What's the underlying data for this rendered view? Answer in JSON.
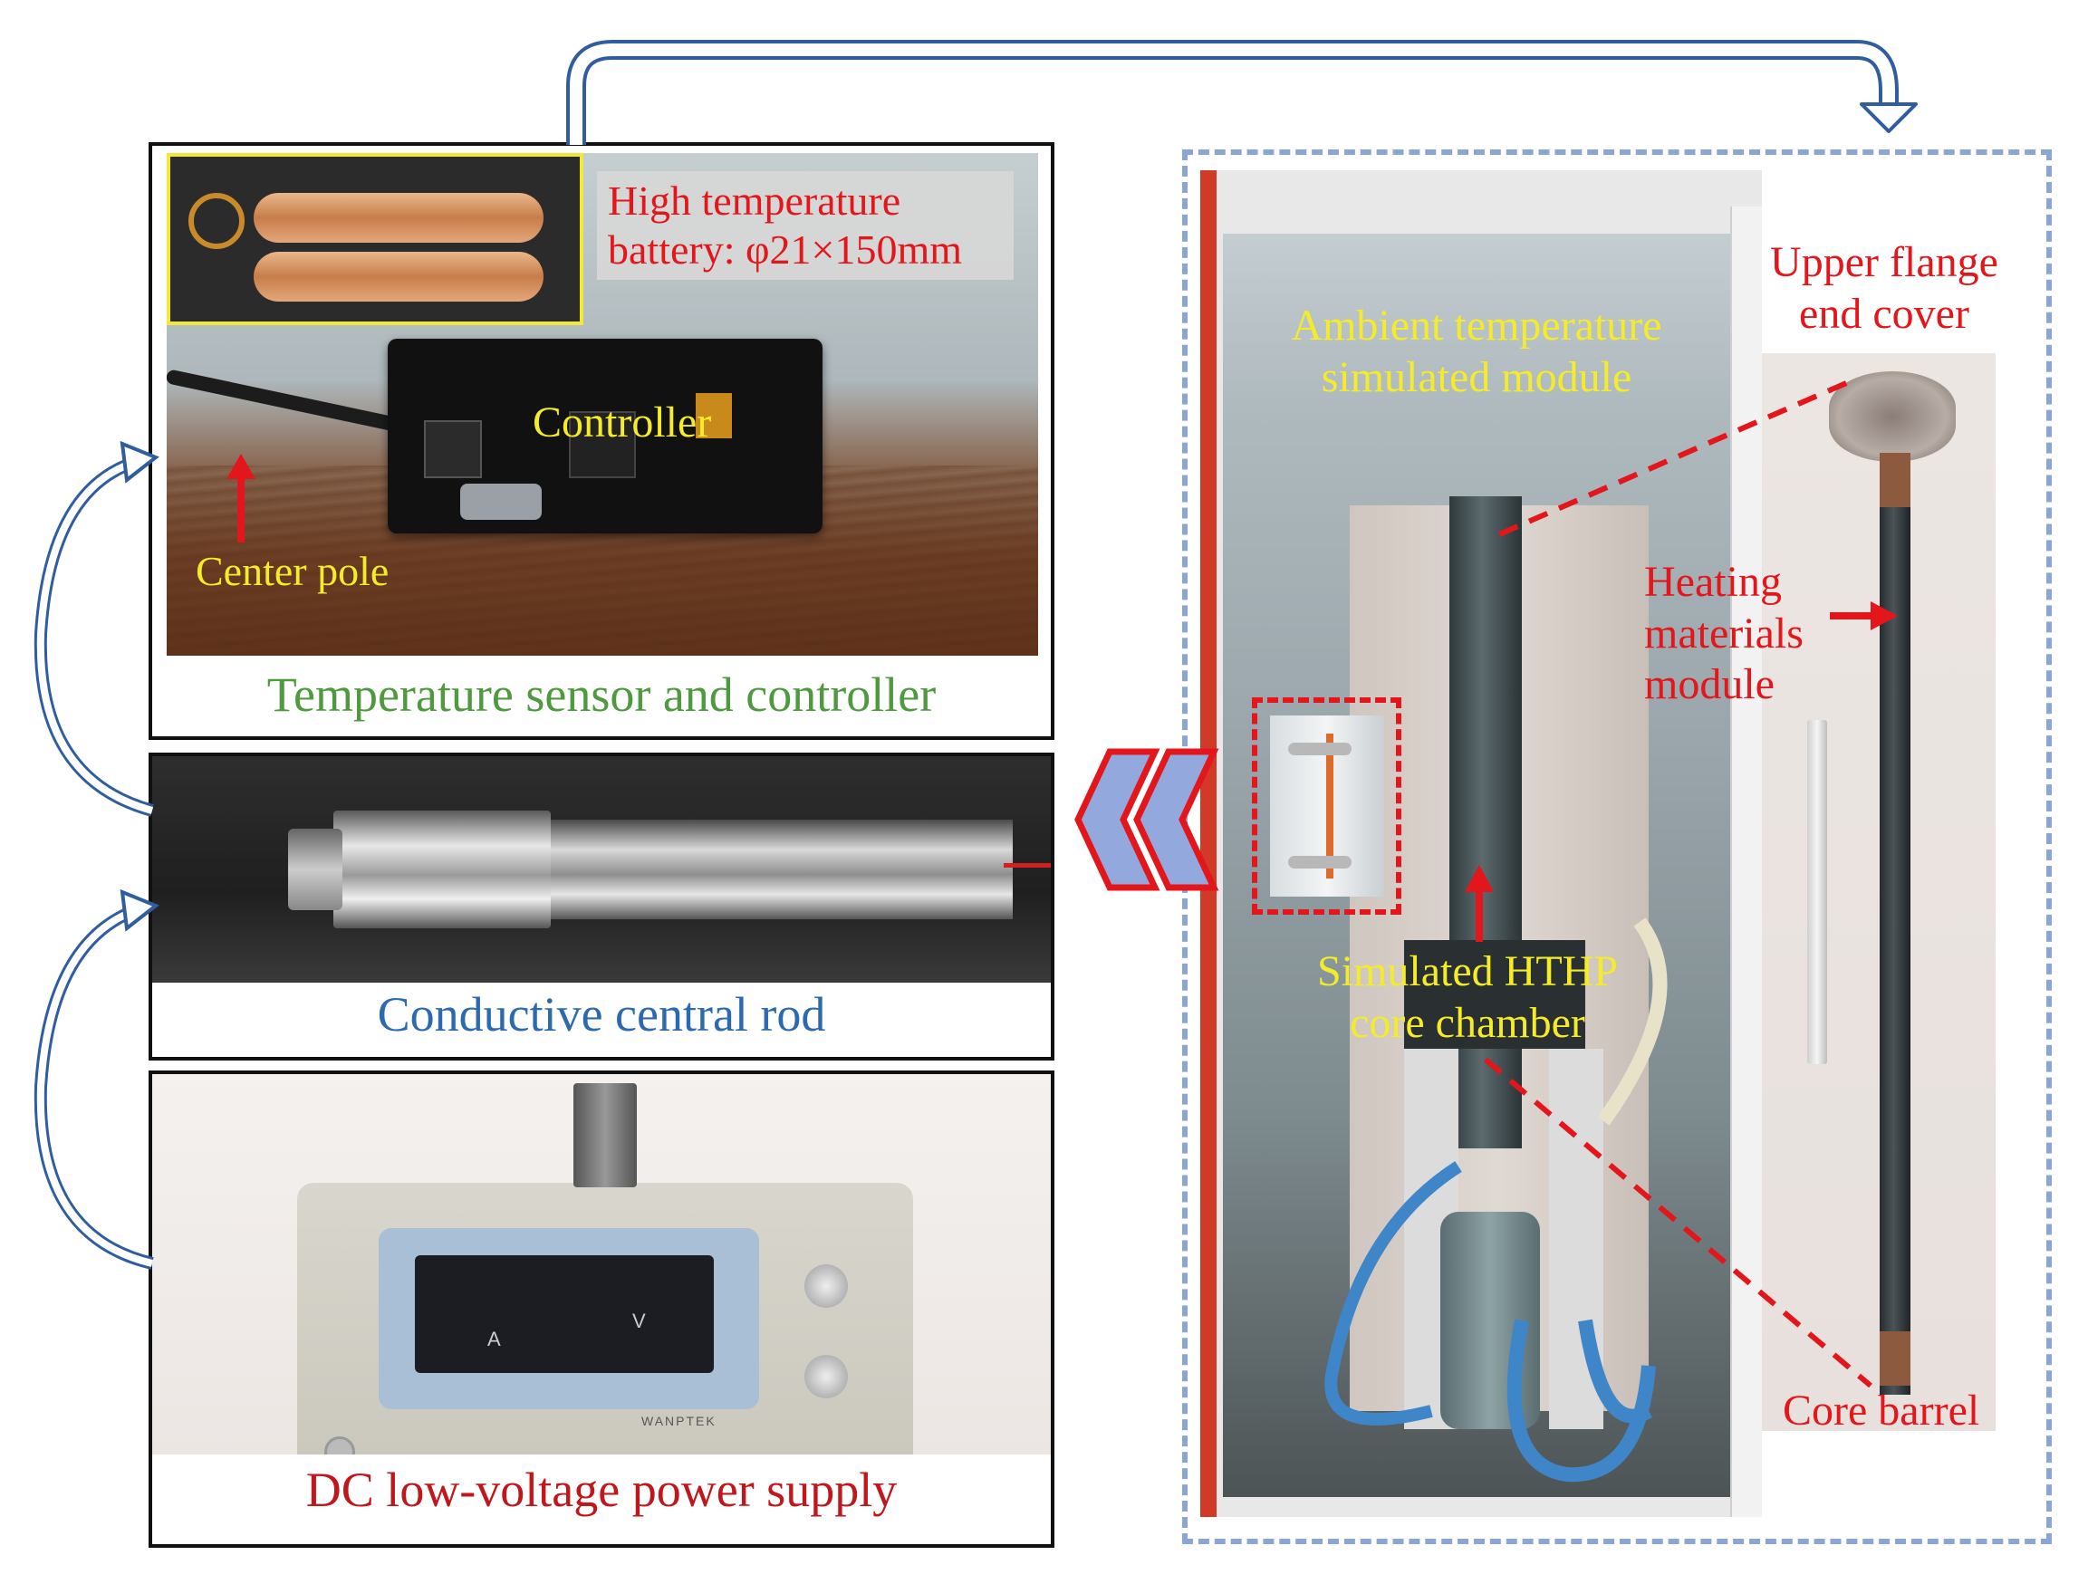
{
  "colors": {
    "caption_green": "#4f9a3f",
    "caption_blue": "#2c69b0",
    "caption_red": "#c0171d",
    "label_red": "#e3161b",
    "label_yellow": "#f4ec2a",
    "arrow_blue": "#2f5d9f",
    "dashed_blue": "#8aa6d6",
    "chevron_fill": "#93a8dc"
  },
  "panels": {
    "controller": {
      "caption": "Temperature sensor and controller",
      "battery_label_line1": "High temperature",
      "battery_label_line2": "battery: φ21×150mm",
      "controller_label": "Controller",
      "center_pole_label": "Center pole"
    },
    "rod": {
      "caption": "Conductive central rod"
    },
    "power": {
      "caption": "DC low-voltage power supply",
      "display_unit_a": "A",
      "display_unit_v": "V",
      "brand": "WANPTEK"
    }
  },
  "chamber": {
    "ambient_label_line1": "Ambient temperature",
    "ambient_label_line2": "simulated module",
    "hthp_label_line1": "Simulated HTHP",
    "hthp_label_line2": "core chamber",
    "flange_label_line1": "Upper flange",
    "flange_label_line2": "end cover",
    "heating_label_line1": "Heating",
    "heating_label_line2": "materials",
    "heating_label_line3": "module",
    "core_barrel_label": "Core barrel"
  },
  "icons": [
    "arrow-up-icon",
    "arrow-right-icon",
    "chevron-left-icon",
    "curved-arrow-icon"
  ]
}
